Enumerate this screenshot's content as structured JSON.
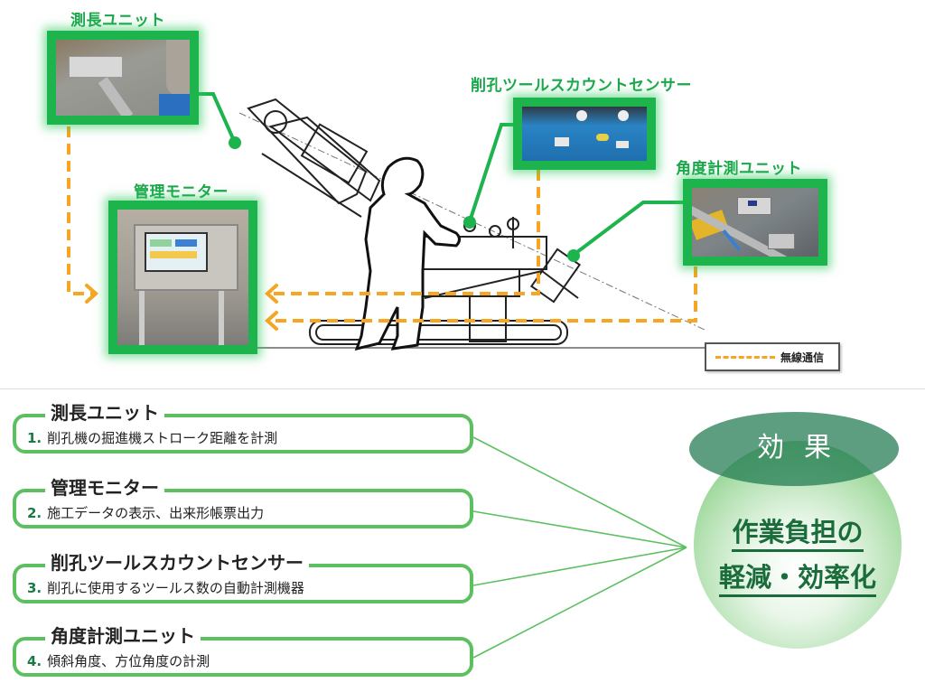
{
  "colors": {
    "frame_green": "#1db44e",
    "title_green": "#1aa84a",
    "wireless_orange": "#f6a623",
    "list_border_green": "#5cbf60",
    "effect_dark_green": "#1a6d3a"
  },
  "top_diagram": {
    "units": [
      {
        "title": "測長ユニット",
        "photo": "length-measurement-unit-photo"
      },
      {
        "title": "管理モニター",
        "photo": "management-monitor-photo"
      },
      {
        "title": "削孔ツールスカウントセンサー",
        "photo": "drilling-tool-count-sensor-photo"
      },
      {
        "title": "角度計測ユニット",
        "photo": "angle-measurement-unit-photo"
      }
    ],
    "legend": {
      "label": "無線通信",
      "line_style": "dashed-orange"
    }
  },
  "list": {
    "items": [
      {
        "heading": "測長ユニット",
        "num": "1.",
        "desc": "削孔機の掘進機ストローク距離を計測"
      },
      {
        "heading": "管理モニター",
        "num": "2.",
        "desc": "施工データの表示、出来形帳票出力"
      },
      {
        "heading": "削孔ツールスカウントセンサー",
        "num": "3.",
        "desc": "削孔に使用するツールス数の自動計測機器"
      },
      {
        "heading": "角度計測ユニット",
        "num": "4.",
        "desc": "傾斜角度、方位角度の計測"
      }
    ]
  },
  "effect": {
    "label": "効果",
    "line1": "作業負担の",
    "line2": "軽減・効率化"
  }
}
